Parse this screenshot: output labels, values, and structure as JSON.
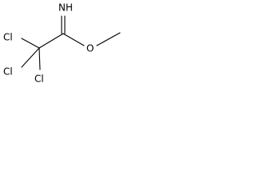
{
  "molecule": {
    "atoms": {
      "imine": "NH",
      "ether_oxygen": "O",
      "chlorine_1": "Cl",
      "chlorine_2": "Cl",
      "chlorine_3": "Cl"
    }
  }
}
